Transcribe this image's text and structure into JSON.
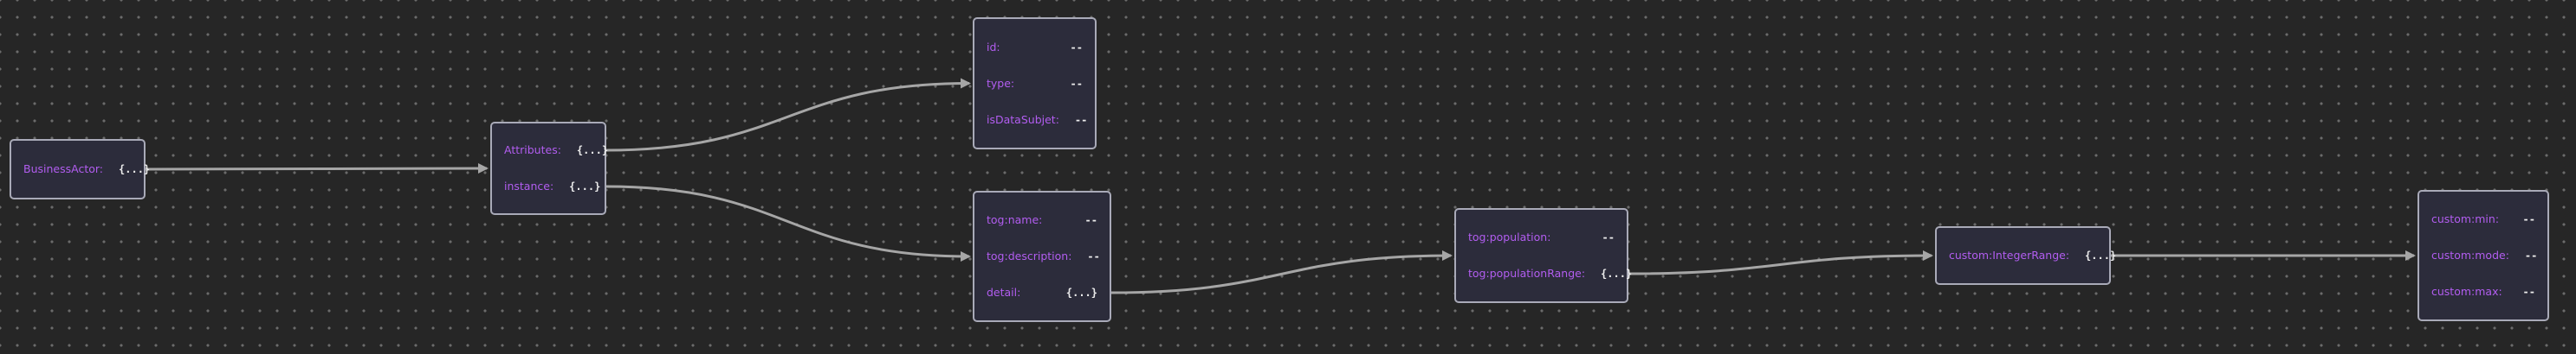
{
  "nodes": [
    {
      "id": "business-actor",
      "rows": [
        {
          "key": "BusinessActor:",
          "value": "{...}",
          "expandable": true
        }
      ]
    },
    {
      "id": "attributes-instance",
      "rows": [
        {
          "key": "Attributes:",
          "value": "{...}",
          "expandable": true
        },
        {
          "key": "instance:",
          "value": "{...}",
          "expandable": true
        }
      ]
    },
    {
      "id": "attributes-values",
      "rows": [
        {
          "key": "id:",
          "value": "--",
          "expandable": false
        },
        {
          "key": "type:",
          "value": "--",
          "expandable": false
        },
        {
          "key": "isDataSubjet:",
          "value": "--",
          "expandable": false
        }
      ]
    },
    {
      "id": "instance-values",
      "rows": [
        {
          "key": "tog:name:",
          "value": "--",
          "expandable": false
        },
        {
          "key": "tog:description:",
          "value": "--",
          "expandable": false
        },
        {
          "key": "detail:",
          "value": "{...}",
          "expandable": true
        }
      ]
    },
    {
      "id": "detail-values",
      "rows": [
        {
          "key": "tog:population:",
          "value": "--",
          "expandable": false
        },
        {
          "key": "tog:populationRange:",
          "value": "{...}",
          "expandable": true
        }
      ]
    },
    {
      "id": "population-range",
      "rows": [
        {
          "key": "custom:IntegerRange:",
          "value": "{...}",
          "expandable": true
        }
      ]
    },
    {
      "id": "integer-range-values",
      "rows": [
        {
          "key": "custom:min:",
          "value": "--",
          "expandable": false
        },
        {
          "key": "custom:mode:",
          "value": "--",
          "expandable": false
        },
        {
          "key": "custom:max:",
          "value": "--",
          "expandable": false
        }
      ]
    }
  ],
  "edges": [
    {
      "from": "business-actor",
      "fromRow": 0,
      "to": "attributes-instance"
    },
    {
      "from": "attributes-instance",
      "fromRow": 0,
      "to": "attributes-values"
    },
    {
      "from": "attributes-instance",
      "fromRow": 1,
      "to": "instance-values"
    },
    {
      "from": "instance-values",
      "fromRow": 2,
      "to": "detail-values"
    },
    {
      "from": "detail-values",
      "fromRow": 1,
      "to": "population-range"
    },
    {
      "from": "population-range",
      "fromRow": 0,
      "to": "integer-range-values"
    }
  ],
  "colors": {
    "background": "#262626",
    "grid_dot": "#6b6b6b",
    "node_fill": "#2c2c3b",
    "node_border": "#a9aab8",
    "key_text": "#b25df0",
    "value_text": "#ececec",
    "edge": "#a6a6a6"
  }
}
